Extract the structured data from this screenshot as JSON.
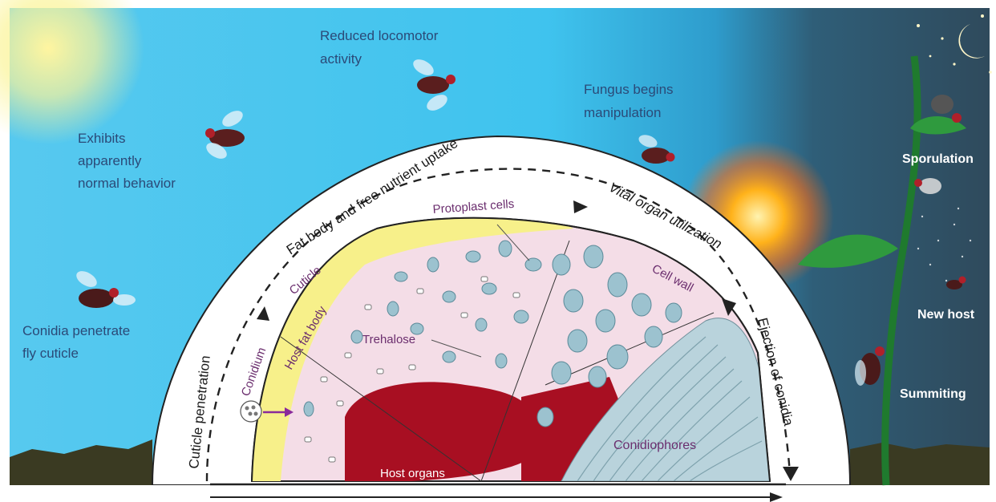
{
  "sky_labels": {
    "reduced_locomotor": [
      "Reduced locomotor",
      "activity"
    ],
    "fungus_begins": [
      "Fungus begins",
      "manipulation"
    ],
    "exhibits": [
      "Exhibits",
      "apparently",
      "normal behavior"
    ],
    "conidia_penetrate": [
      "Conidia penetrate",
      "fly cuticle"
    ]
  },
  "night_labels": {
    "sporulation": "Sporulation",
    "new_host": "New host",
    "summiting": "Summiting"
  },
  "arc_labels": {
    "cuticle_penetration": "Cuticle penetration",
    "fat_body_uptake": "Fat body and free nutrient uptake",
    "vital_organ": "Vital organ utilization",
    "ejection": "Ejection of conidia"
  },
  "inner_labels": {
    "conidium": "Conidium",
    "cuticle": "Cuticle",
    "host_fat_body": "Host fat body",
    "protoplast_cells": "Protoplast cells",
    "trehalose": "Trehalose",
    "cell_wall": "Cell wall",
    "host_organs": "Host organs",
    "conidiophores": "Conidiophores"
  },
  "colors": {
    "sky_day": "#4cc6ee",
    "sky_night": "#2e4a5e",
    "sun": "#fff27a",
    "ground": "#3a3a22",
    "host_organ": "#a80f22",
    "fat_body": "#f7f08a",
    "interior": "#f4dde7",
    "fungal_cell": "#9cc2cf",
    "plant": "#1f7a2e"
  },
  "icons": [
    "fly-icon",
    "moon-icon",
    "star-icon",
    "sun-icon",
    "plant-icon",
    "conidium-icon"
  ]
}
